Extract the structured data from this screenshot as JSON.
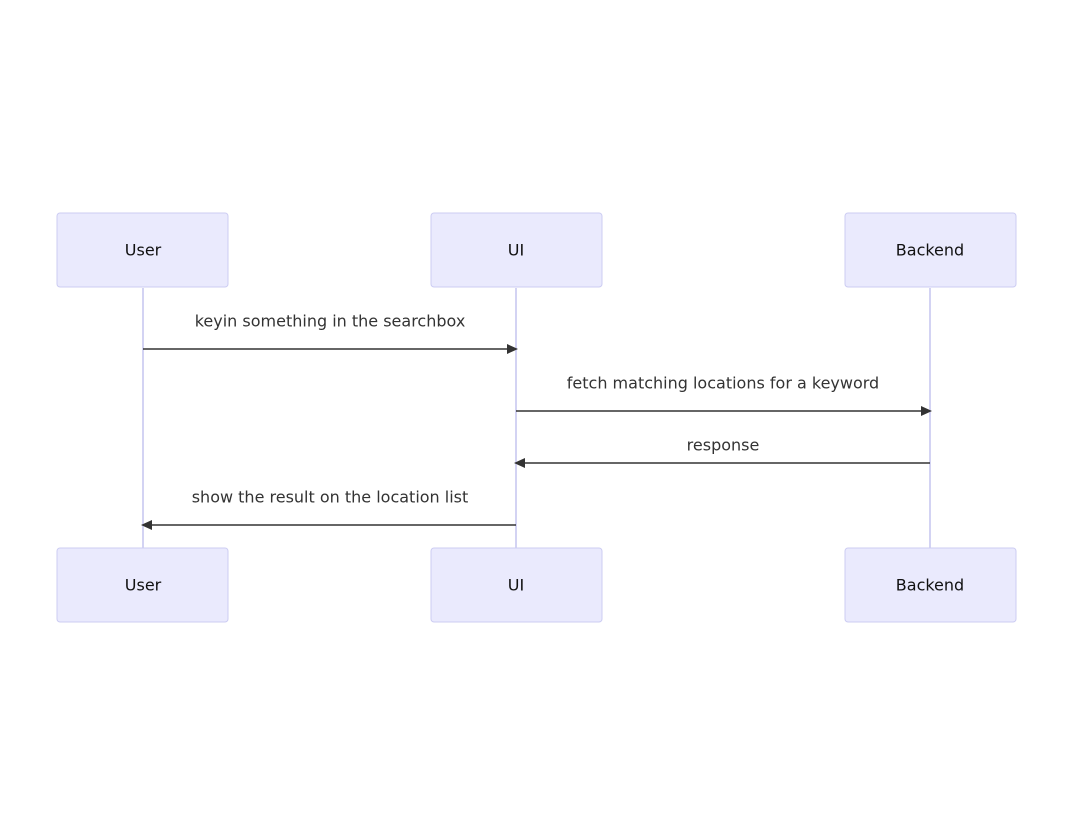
{
  "diagram": {
    "type": "sequence",
    "participants": [
      {
        "id": "user",
        "label": "User"
      },
      {
        "id": "ui",
        "label": "UI"
      },
      {
        "id": "backend",
        "label": "Backend"
      }
    ],
    "messages": [
      {
        "from": "user",
        "to": "ui",
        "label": "keyin something in the searchbox"
      },
      {
        "from": "ui",
        "to": "backend",
        "label": "fetch matching locations for a keyword"
      },
      {
        "from": "backend",
        "to": "ui",
        "label": "response"
      },
      {
        "from": "ui",
        "to": "user",
        "label": "show the result on the location list"
      }
    ],
    "colors": {
      "actor_fill": "#eaeafd",
      "actor_border": "#ccccf2",
      "lifeline": "#d3d3f3",
      "arrow": "#333333",
      "text": "#333333"
    }
  }
}
